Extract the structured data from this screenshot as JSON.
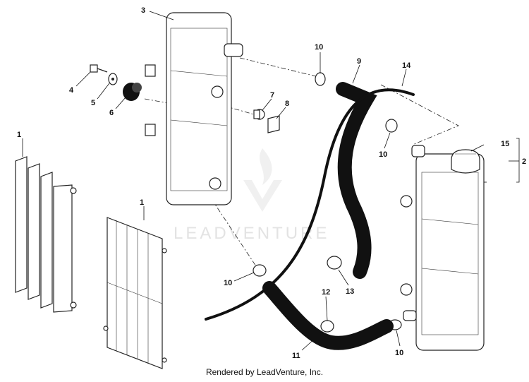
{
  "diagram": {
    "callouts": [
      {
        "id": "c1a",
        "label": "1"
      },
      {
        "id": "c1b",
        "label": "1"
      },
      {
        "id": "c2",
        "label": "2"
      },
      {
        "id": "c3",
        "label": "3"
      },
      {
        "id": "c4",
        "label": "4"
      },
      {
        "id": "c5",
        "label": "5"
      },
      {
        "id": "c6",
        "label": "6"
      },
      {
        "id": "c7",
        "label": "7"
      },
      {
        "id": "c8",
        "label": "8"
      },
      {
        "id": "c9",
        "label": "9"
      },
      {
        "id": "c10a",
        "label": "10"
      },
      {
        "id": "c10b",
        "label": "10"
      },
      {
        "id": "c10c",
        "label": "10"
      },
      {
        "id": "c10d",
        "label": "10"
      },
      {
        "id": "c11",
        "label": "11"
      },
      {
        "id": "c12",
        "label": "12"
      },
      {
        "id": "c13",
        "label": "13"
      },
      {
        "id": "c14",
        "label": "14"
      },
      {
        "id": "c15",
        "label": "15"
      }
    ],
    "watermark": "LEADVENTURE"
  },
  "footer": {
    "credit": "Rendered by LeadVenture, Inc."
  }
}
